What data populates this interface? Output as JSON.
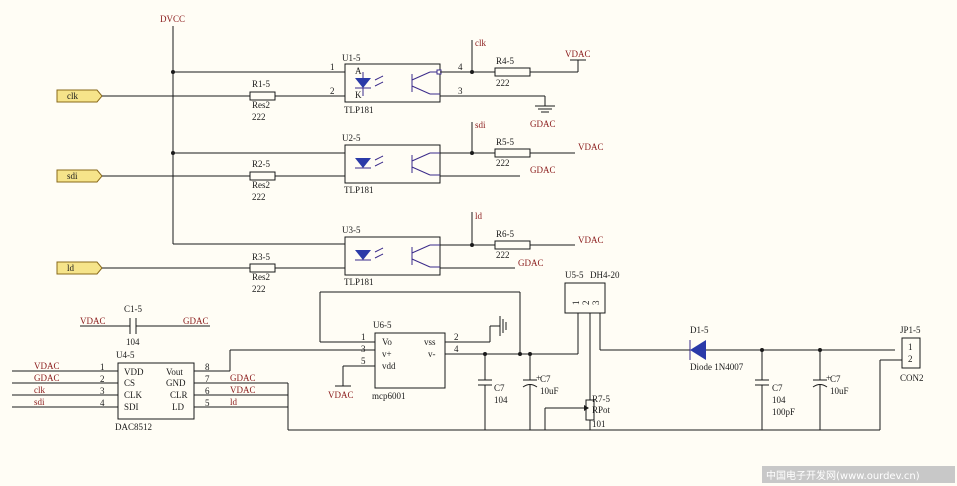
{
  "nets": {
    "dvcc": "DVCC",
    "vdac": "VDAC",
    "gdac": "GDAC",
    "clk": "clk",
    "sdi": "sdi",
    "ld": "ld"
  },
  "ports": {
    "clk": "clk",
    "sdi": "sdi",
    "ld": "ld"
  },
  "u1": {
    "ref": "U1-5",
    "part": "TLP181",
    "pins": [
      "1",
      "2",
      "3",
      "4"
    ],
    "a": "A",
    "k": "K"
  },
  "u2": {
    "ref": "U2-5",
    "part": "TLP181"
  },
  "u3": {
    "ref": "U3-5",
    "part": "TLP181"
  },
  "r1": {
    "ref": "R1-5",
    "type": "Res2",
    "value": "222"
  },
  "r2": {
    "ref": "R2-5",
    "type": "Res2",
    "value": "222"
  },
  "r3": {
    "ref": "R3-5",
    "type": "Res2",
    "value": "222"
  },
  "r4": {
    "ref": "R4-5",
    "value": "222"
  },
  "r5": {
    "ref": "R5-5",
    "value": "222"
  },
  "r6": {
    "ref": "R6-5",
    "value": "222"
  },
  "c1": {
    "ref": "C1-5",
    "value": "104"
  },
  "u4": {
    "ref": "U4-5",
    "part": "DAC8512",
    "left_pins": [
      "VDD",
      "CS",
      "CLK",
      "SDI"
    ],
    "left_nums": [
      "1",
      "2",
      "3",
      "4"
    ],
    "right_pins": [
      "Vout",
      "GND",
      "CLR",
      "LD"
    ],
    "right_nums": [
      "8",
      "7",
      "6",
      "5"
    ],
    "left_nets": [
      "VDAC",
      "GDAC",
      "clk",
      "sdi"
    ],
    "right_nets": [
      "GDAC",
      "VDAC",
      "ld"
    ]
  },
  "u6": {
    "ref": "U6-5",
    "part": "mcp6001",
    "pins": [
      "Vo",
      "v+",
      "vdd",
      "vss",
      "v-"
    ],
    "nums": [
      "1",
      "3",
      "5",
      "2",
      "4"
    ]
  },
  "u5": {
    "ref": "U5-5",
    "part": "DH4-20",
    "pins": [
      "1",
      "2",
      "3"
    ]
  },
  "c7a": {
    "ref": "C7",
    "value": "104"
  },
  "c7b": {
    "ref": "C7",
    "value": "10uF"
  },
  "r7": {
    "ref": "R7-5",
    "type": "RPot",
    "value": "101"
  },
  "d1": {
    "ref": "D1-5",
    "part": "Diode 1N4007"
  },
  "c7c": {
    "ref": "C7",
    "value": "104",
    "value2": "100pF"
  },
  "c7d": {
    "ref": "C7",
    "value": "10uF"
  },
  "jp1": {
    "ref": "JP1-5",
    "part": "CON2",
    "pins": [
      "1",
      "2"
    ]
  },
  "watermark": "中国电子开发网(www.ourdev.cn)"
}
